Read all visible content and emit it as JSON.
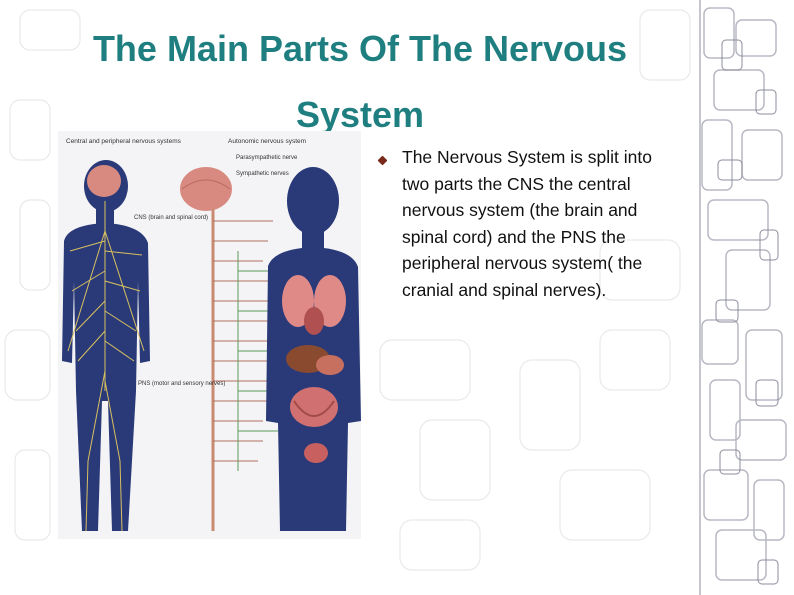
{
  "slide": {
    "title_line1": "The Main Parts Of The Nervous",
    "title_line2": "System",
    "bullet_text": "The Nervous System is split into two parts the CNS the central nervous system (the brain and spinal cord) and the PNS the peripheral nervous system( the cranial and spinal nerves).",
    "title_color": "#1f7f80",
    "bullet_color": "#7a2a18"
  },
  "figure": {
    "left_heading": "Central and peripheral nervous systems",
    "right_heading": "Autonomic nervous system",
    "legend_parasympathetic": "Parasympathetic nerve",
    "legend_sympathetic": "Sympathetic nerves",
    "cns_label": "CNS (brain and spinal cord)",
    "pns_label": "PNS (motor and sensory nerves)",
    "body_color": "#2a3a78",
    "brain_color": "#d98a80"
  }
}
